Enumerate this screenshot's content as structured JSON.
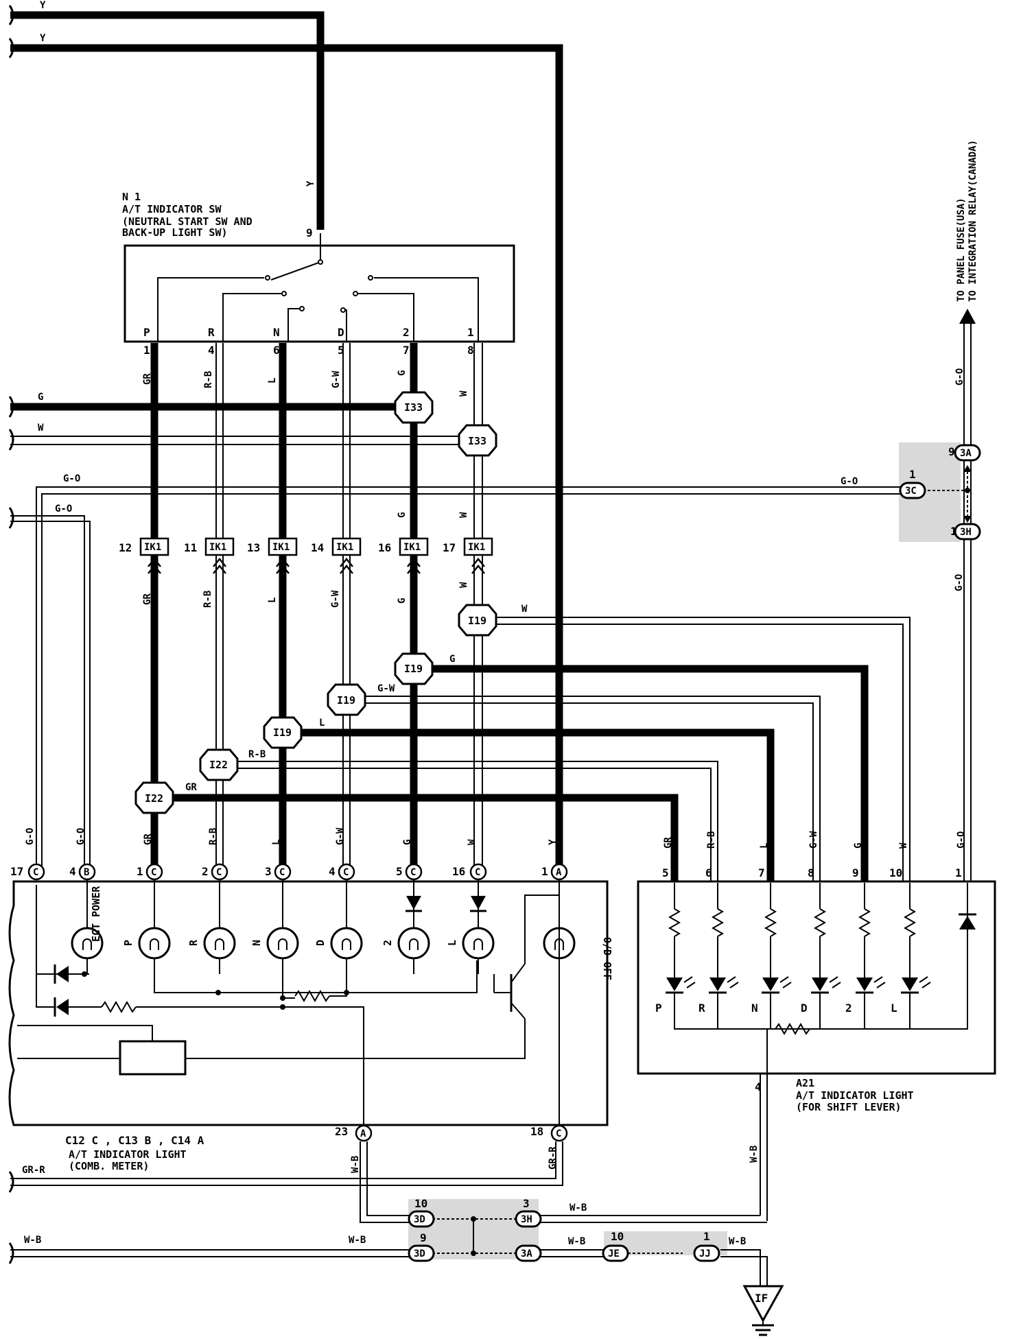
{
  "components": {
    "n1": {
      "id": "N 1",
      "name": "A/T INDICATOR SW",
      "desc1": "(NEUTRAL START SW AND",
      "desc2": " BACK-UP LIGHT SW)"
    },
    "comb": {
      "ids": "C12 C , C13 B , C14 A",
      "name": "A/T INDICATOR LIGHT",
      "desc": "(COMB. METER)",
      "ect_power": "ECT POWER",
      "od_off": "O/D OFF"
    },
    "a21": {
      "id": "A21",
      "name": "A/T INDICATOR LIGHT",
      "desc": "(FOR SHIFT LEVER)"
    },
    "ground": "IF",
    "to_panel": {
      "line1": "TO PANEL FUSE(USA)",
      "line2": "TO INTEGRATION RELAY(CANADA)"
    }
  },
  "n1_positions": [
    {
      "label": "P",
      "pin": "1",
      "wire": "GR"
    },
    {
      "label": "R",
      "pin": "4",
      "wire": "R-B"
    },
    {
      "label": "N",
      "pin": "6",
      "wire": "L"
    },
    {
      "label": "D",
      "pin": "5",
      "wire": "G-W"
    },
    {
      "label": "2",
      "pin": "7",
      "wire": "G"
    },
    {
      "label": "1",
      "pin": "8",
      "wire": "W"
    }
  ],
  "n1_pin9": "9",
  "ik1": [
    {
      "num": "12",
      "name": "IK1"
    },
    {
      "num": "11",
      "name": "IK1"
    },
    {
      "num": "13",
      "name": "IK1"
    },
    {
      "num": "14",
      "name": "IK1"
    },
    {
      "num": "16",
      "name": "IK1"
    },
    {
      "num": "17",
      "name": "IK1"
    }
  ],
  "splices": {
    "i33": "I33",
    "i19": "I19",
    "i22": "I22"
  },
  "comb_pins": [
    {
      "num": "17",
      "conn": "C",
      "wire": "G-O"
    },
    {
      "num": "4",
      "conn": "B",
      "wire": "G-O"
    },
    {
      "num": "1",
      "conn": "C",
      "wire": "GR"
    },
    {
      "num": "2",
      "conn": "C",
      "wire": "R-B"
    },
    {
      "num": "3",
      "conn": "C",
      "wire": "L"
    },
    {
      "num": "4",
      "conn": "C",
      "wire": "G-W"
    },
    {
      "num": "5",
      "conn": "C",
      "wire": "G"
    },
    {
      "num": "16",
      "conn": "C",
      "wire": "W"
    },
    {
      "num": "1",
      "conn": "A",
      "wire": "Y"
    }
  ],
  "comb_lamps": [
    "P",
    "R",
    "N",
    "D",
    "2",
    "L"
  ],
  "comb_bottom_pins": [
    {
      "num": "23",
      "conn": "A",
      "wire": "W-B"
    },
    {
      "num": "18",
      "conn": "C",
      "wire": "GR-R"
    }
  ],
  "a21_pins": [
    {
      "num": "5",
      "wire": "GR",
      "lamp": "P"
    },
    {
      "num": "6",
      "wire": "R-B",
      "lamp": "R"
    },
    {
      "num": "7",
      "wire": "L",
      "lamp": "N"
    },
    {
      "num": "8",
      "wire": "G-W",
      "lamp": "D"
    },
    {
      "num": "9",
      "wire": "G",
      "lamp": "2"
    },
    {
      "num": "10",
      "wire": "W",
      "lamp": "L"
    },
    {
      "num": "1",
      "wire": "G-O",
      "lamp": ""
    }
  ],
  "a21_ground_pin": "4",
  "junction_conns": {
    "j3a_top": {
      "num": "9",
      "name": "3A"
    },
    "j3c": {
      "num": "1",
      "name": "3C"
    },
    "j3h_top": {
      "num": "1",
      "name": "3H"
    },
    "j3d_a": {
      "num": "10",
      "name": "3D"
    },
    "j3h_b": {
      "num": "3",
      "name": "3H"
    },
    "j3d_b": {
      "num": "9",
      "name": "3D"
    },
    "j3a_b": {
      "num": "",
      "name": "3A"
    },
    "je": {
      "num": "10",
      "name": "JE"
    },
    "jj": {
      "num": "1",
      "name": "JJ"
    }
  },
  "wires": {
    "y": "Y",
    "g": "G",
    "w": "W",
    "go": "G-O",
    "grr": "GR-R",
    "wb": "W-B",
    "gr": "GR",
    "rb": "R-B",
    "l": "L",
    "gw": "G-W"
  }
}
